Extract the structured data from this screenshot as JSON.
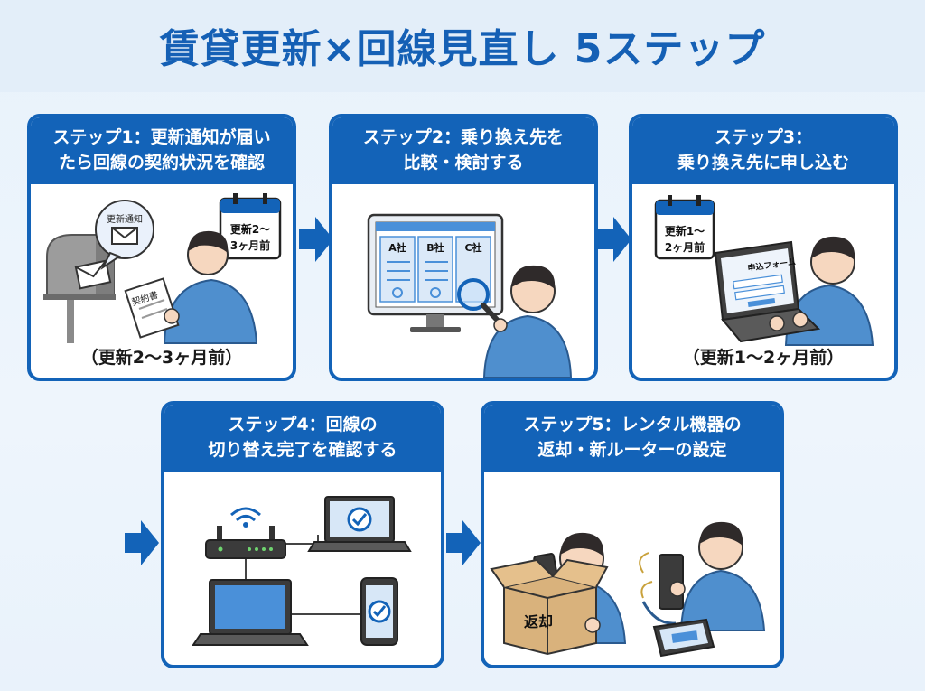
{
  "title": "賃貸更新×回線見直し 5ステップ",
  "colors": {
    "primary": "#1363b8",
    "accent": "#4a90d9",
    "skin": "#f6d7bf",
    "hair": "#2f2a2a",
    "shirt": "#4f8fce"
  },
  "steps": [
    {
      "head_line1": "ステップ1：更新通知が届い",
      "head_line2": "たら回線の契約状況を確認",
      "footer": "（更新2〜3ヶ月前）",
      "bubble_text": "更新通知",
      "calendar_line1": "更新2〜",
      "calendar_line2": "3ヶ月前",
      "paper_text": "契約書"
    },
    {
      "head_line1": "ステップ2：乗り換え先を",
      "head_line2": "比較・検討する",
      "col_a": "A社",
      "col_b": "B社",
      "col_c": "C社"
    },
    {
      "head_line1": "ステップ3：",
      "head_line2": "乗り換え先に申し込む",
      "footer": "（更新1〜2ヶ月前）",
      "calendar_line1": "更新1〜",
      "calendar_line2": "2ヶ月前",
      "form_title": "申込フォーム"
    },
    {
      "head_line1": "ステップ4：回線の",
      "head_line2": "切り替え完了を確認する"
    },
    {
      "head_line1": "ステップ5：レンタル機器の",
      "head_line2": "返却・新ルーターの設定",
      "box_label": "返却"
    }
  ],
  "icons": [
    "envelope-icon",
    "mailbox-icon",
    "calendar-icon",
    "monitor-icon",
    "magnifier-icon",
    "laptop-icon",
    "router-icon",
    "wifi-icon",
    "check-icon",
    "smartphone-icon",
    "tablet-icon",
    "box-icon",
    "arrow-right-icon"
  ]
}
